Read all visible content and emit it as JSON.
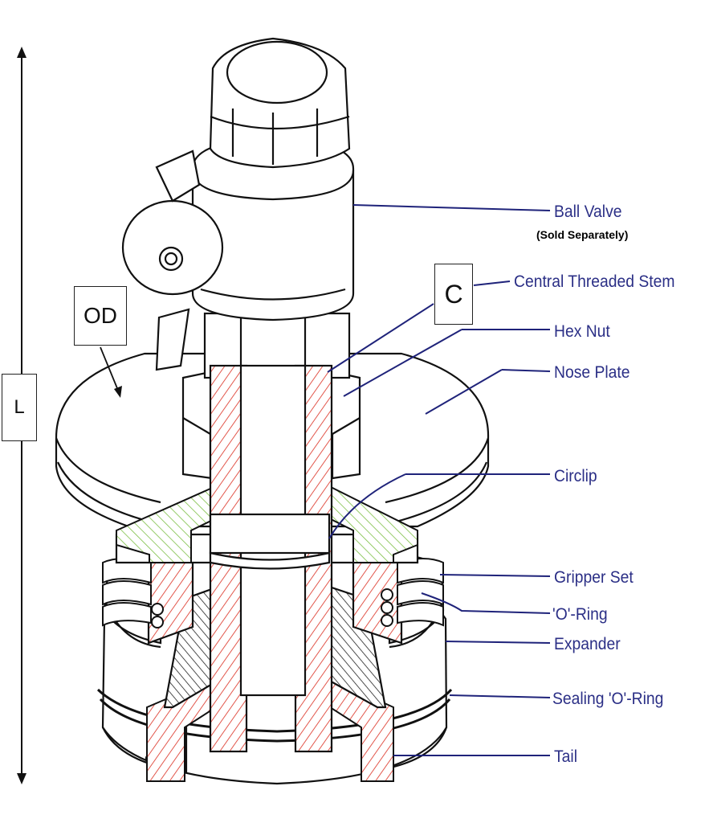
{
  "labels": {
    "ball_valve": "Ball Valve",
    "sold_separately": "(Sold Separately)",
    "central_threaded_stem": "Central Threaded Stem",
    "hex_nut": "Hex Nut",
    "nose_plate": "Nose Plate",
    "circlip": "Circlip",
    "gripper_set": "Gripper Set",
    "o_ring": "'O'-Ring",
    "expander": "Expander",
    "sealing_o_ring": "Sealing 'O'-Ring",
    "tail": "Tail"
  },
  "dimension_boxes": {
    "c": "C",
    "od": "OD",
    "l": "L"
  },
  "colors": {
    "label_text": "#2b2f86",
    "leader_line": "#1f237a",
    "outline": "#111111",
    "hatch_red": "#e2574c",
    "hatch_green": "#7dbf45",
    "hatch_blue": "#3b43a8",
    "hatch_black": "#222222"
  }
}
